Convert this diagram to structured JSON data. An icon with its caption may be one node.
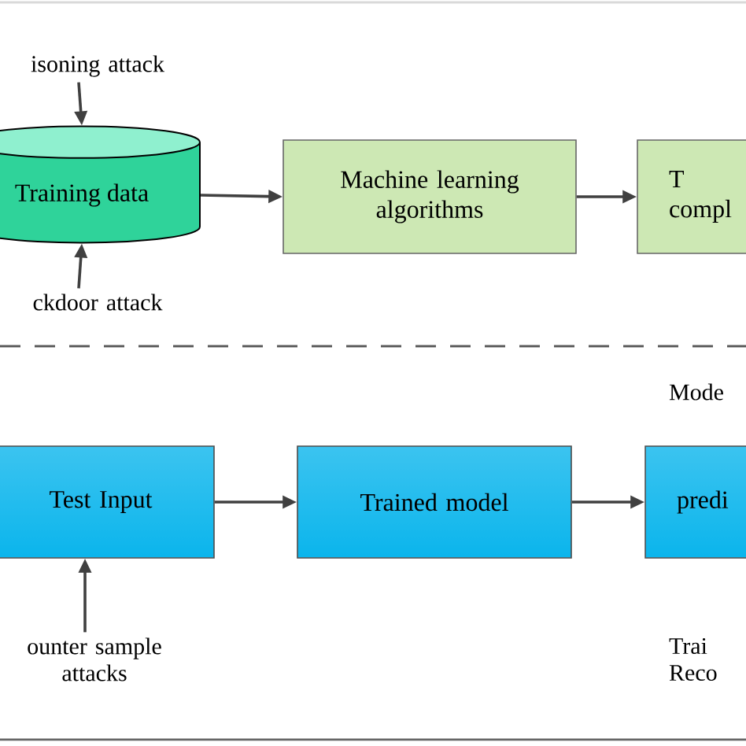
{
  "diagram": {
    "nodes": [
      {
        "text": [
          "isoning attack"
        ]
      },
      {
        "text": [
          "Training data"
        ]
      },
      {
        "text": [
          "ckdoor attack"
        ]
      },
      {
        "text": [
          "Machine learning algorithms"
        ]
      },
      {
        "text": [
          "T compl"
        ]
      },
      {
        "text": [
          "Test Input"
        ]
      },
      {
        "text": [
          "Trained model"
        ]
      },
      {
        "text": [
          "predi"
        ]
      },
      {
        "text": [
          "ounter sample attacks"
        ]
      }
    ],
    "edges": [
      {
        "from": 0,
        "to": 1,
        "arrow": "to"
      },
      {
        "from": 2,
        "to": 1,
        "arrow": "to"
      },
      {
        "from": 1,
        "to": 3,
        "arrow": "to"
      },
      {
        "from": 3,
        "to": 4,
        "arrow": "to"
      },
      {
        "from": 8,
        "to": 5,
        "arrow": "to"
      },
      {
        "from": 5,
        "to": 6,
        "arrow": "to"
      },
      {
        "from": 6,
        "to": 7,
        "arrow": "to"
      }
    ],
    "labels": [
      "Mode",
      "Trai Reco"
    ]
  }
}
